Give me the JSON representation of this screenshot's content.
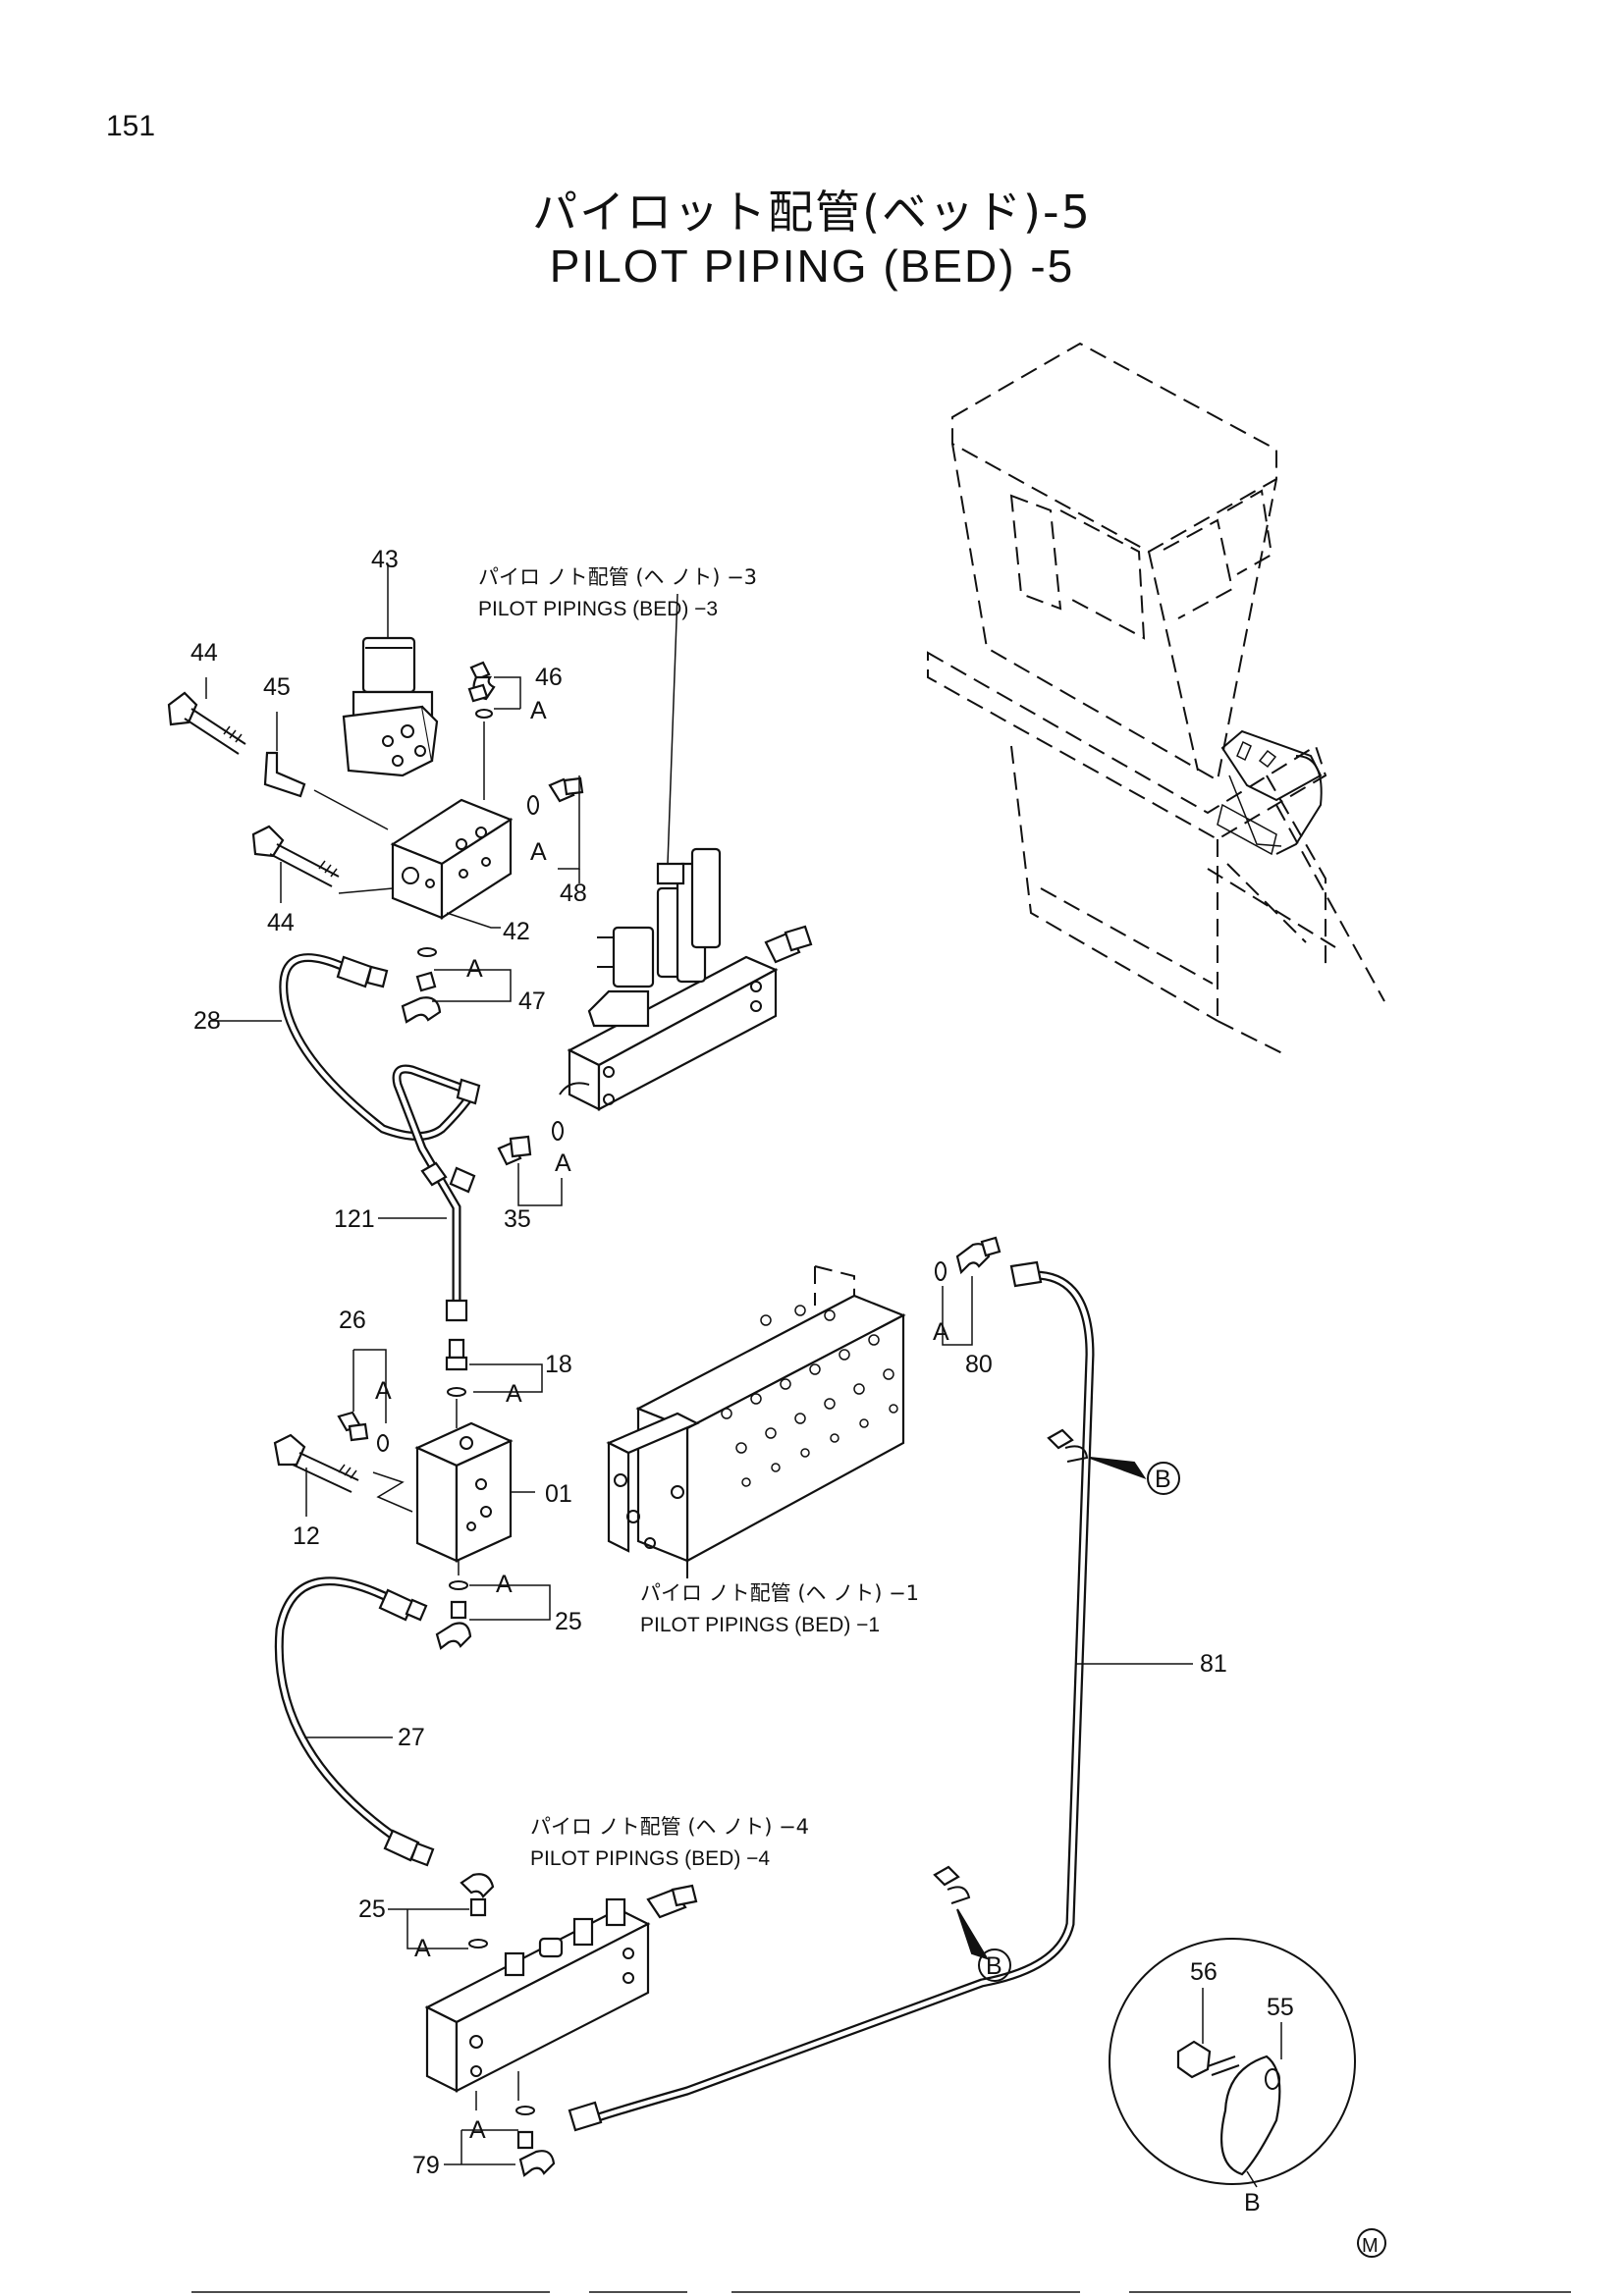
{
  "page_number": "151",
  "title": {
    "japanese": "パイロット配管(ベッド)-5",
    "english": "PILOT   PIPING (BED) -5"
  },
  "references": [
    {
      "japanese": "パイロ ノト配管 (ヘ ノト) −3",
      "english": "PILOT PIPINGS (BED) −3"
    },
    {
      "japanese": "パイロ ノト配管 (ヘ ノト) −1",
      "english": "PILOT PIPINGS (BED) −1"
    },
    {
      "japanese": "パイロ ノト配管 (ヘ ノト) −4",
      "english": "PILOT PIPINGS (BED) −4"
    }
  ],
  "part_numbers": {
    "p43": "43",
    "p44a": "44",
    "p45": "45",
    "p46": "46",
    "p44b": "44",
    "p48": "48",
    "p42": "42",
    "p47": "47",
    "p28": "28",
    "p121": "121",
    "p35": "35",
    "p26": "26",
    "p18": "18",
    "p12": "12",
    "p01": "01",
    "p80": "80",
    "p25a": "25",
    "p27": "27",
    "p81": "81",
    "p25b": "25",
    "p79": "79",
    "p56": "56",
    "p55": "55"
  },
  "callouts": {
    "a": "A",
    "b": "B"
  },
  "mark": "M"
}
